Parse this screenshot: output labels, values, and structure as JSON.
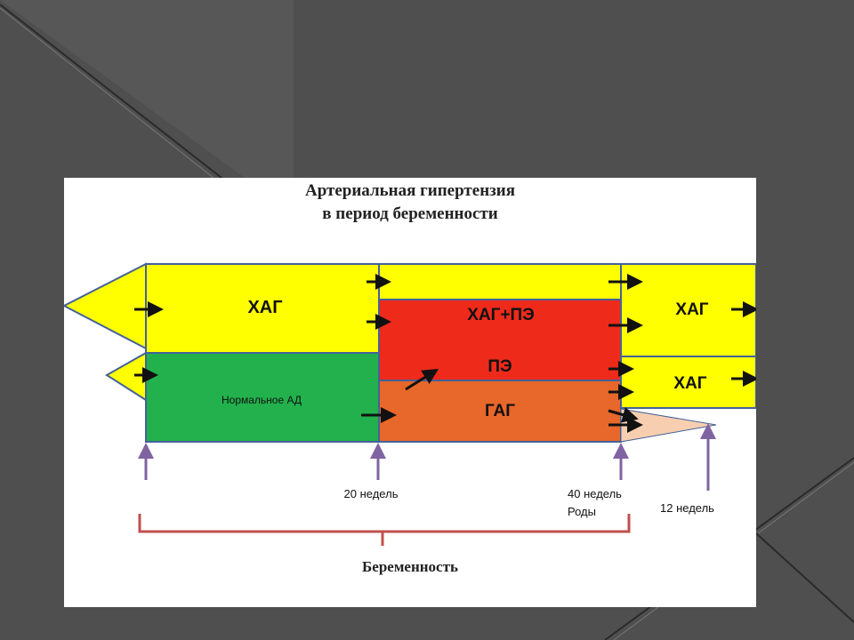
{
  "title_line1": "Артериальная гипертензия",
  "title_line2": "в период беременности",
  "blocks": {
    "hag_main": "ХАГ",
    "normal_bp": "Нормальное АД",
    "hag_pe": "ХАГ+ПЭ",
    "pe": "ПЭ",
    "gag": "ГАГ",
    "hag_post1": "ХАГ",
    "hag_post2": "ХАГ"
  },
  "timeline": {
    "week20": "20 недель",
    "week40": "40 недель",
    "birth": "Роды",
    "week12": "12 недель"
  },
  "footer": "Беременность",
  "colors": {
    "yellow": "#ffff00",
    "green": "#22b14c",
    "red": "#ee2a1b",
    "orange": "#e8672a",
    "peach": "#f7cfb0",
    "purple": "#8064a2",
    "bracket": "#c0504d",
    "border": "#44619a"
  }
}
